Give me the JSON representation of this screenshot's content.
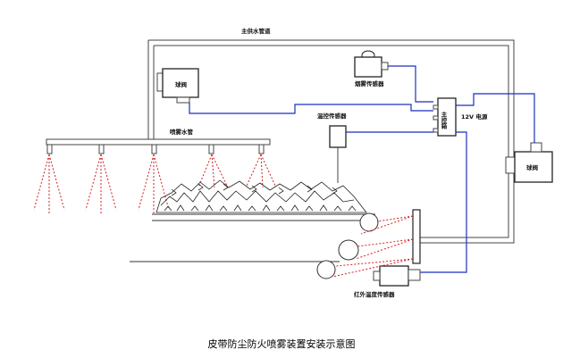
{
  "labels": {
    "main_water_pipe": "主供水管道",
    "valve": "球阀",
    "smoke_sensor": "烟雾传感器",
    "controller": "主控箱",
    "power": "12V 电源",
    "temp_sensor": "温控传感器",
    "spray_water_pipe": "喷雾水管",
    "ir_sensor": "红外温度传感器"
  },
  "caption": "皮带防尘防火喷雾装置安装示意图",
  "colors": {
    "pipe": "#444444",
    "signal": "#1a2fbf",
    "spray": "#d42020",
    "coal": "#222222"
  }
}
